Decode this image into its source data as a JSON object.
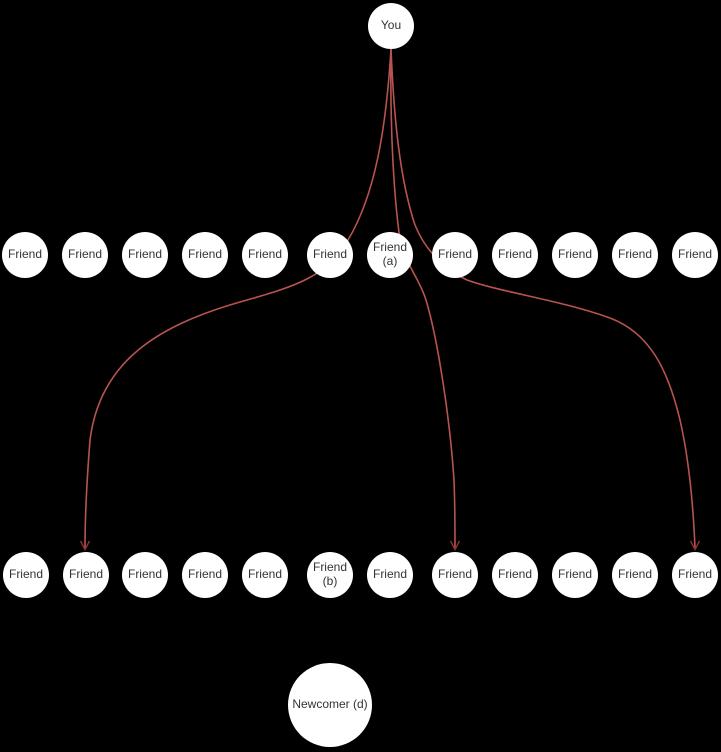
{
  "diagram": {
    "type": "social-graph",
    "colors": {
      "background": "#000000",
      "edge": "#b85450",
      "arrow": "#8a3431",
      "node_fill": "#ffffff",
      "node_text": "#333333"
    },
    "root": {
      "label": "You"
    },
    "middle_row": [
      {
        "label": "Friend"
      },
      {
        "label": "Friend"
      },
      {
        "label": "Friend"
      },
      {
        "label": "Friend"
      },
      {
        "label": "Friend"
      },
      {
        "label": "Friend"
      },
      {
        "label": "Friend (a)"
      },
      {
        "label": "Friend"
      },
      {
        "label": "Friend"
      },
      {
        "label": "Friend"
      },
      {
        "label": "Friend"
      },
      {
        "label": "Friend"
      }
    ],
    "bottom_row": [
      {
        "label": "Friend"
      },
      {
        "label": "Friend"
      },
      {
        "label": "Friend"
      },
      {
        "label": "Friend"
      },
      {
        "label": "Friend"
      },
      {
        "label": "Friend (b)"
      },
      {
        "label": "Friend"
      },
      {
        "label": "Friend"
      },
      {
        "label": "Friend"
      },
      {
        "label": "Friend"
      },
      {
        "label": "Friend"
      },
      {
        "label": "Friend"
      }
    ],
    "newcomer": {
      "label": "Newcomer (d)"
    },
    "edges": [
      {
        "from": "you",
        "to": "bottom_row[1]",
        "style": "curved",
        "arrow": "open"
      },
      {
        "from": "you",
        "to": "bottom_row[7]",
        "style": "curved",
        "arrow": "open"
      },
      {
        "from": "you",
        "to": "bottom_row[11]",
        "style": "curved",
        "arrow": "open"
      }
    ]
  }
}
